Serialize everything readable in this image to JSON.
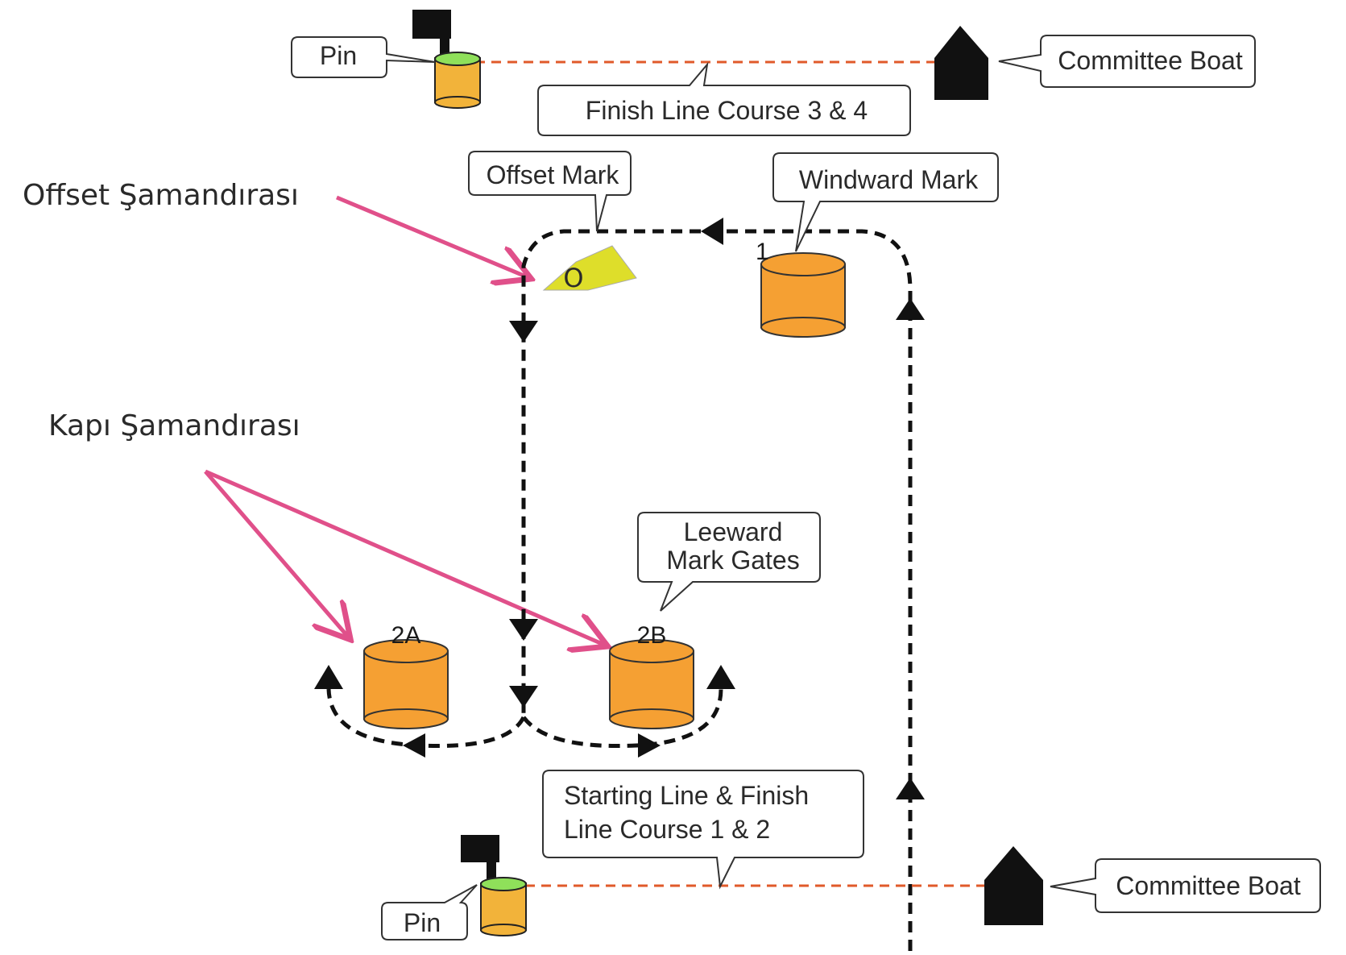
{
  "top_line": {
    "pin_label": "Pin",
    "committee_label": "Committee Boat",
    "finish_label": "Finish Line Course 3 & 4"
  },
  "annotations": {
    "offset_tr": "Offset Şamandırası",
    "gate_tr": "Kapı Şamandırası"
  },
  "marks": {
    "offset_callout": "Offset Mark",
    "offset_letter": "O",
    "windward_callout": "Windward Mark",
    "windward_number": "1",
    "leeward_callout_line1": "Leeward",
    "leeward_callout_line2": "Mark Gates",
    "gate_a": "2A",
    "gate_b": "2B"
  },
  "bottom_line": {
    "start_label_line1": "Starting Line & Finish",
    "start_label_line2": "Line Course 1 & 2",
    "pin_label": "Pin",
    "committee_label": "Committee Boat"
  },
  "colors": {
    "buoy_orange": "#f5a033",
    "pin_yellow": "#f2b33a",
    "pin_top_green": "#8fe05a",
    "offset_yellow": "#dede2a",
    "line_red": "#e05a2a",
    "arrow_pink": "#e0508a",
    "course_black": "#111111"
  }
}
